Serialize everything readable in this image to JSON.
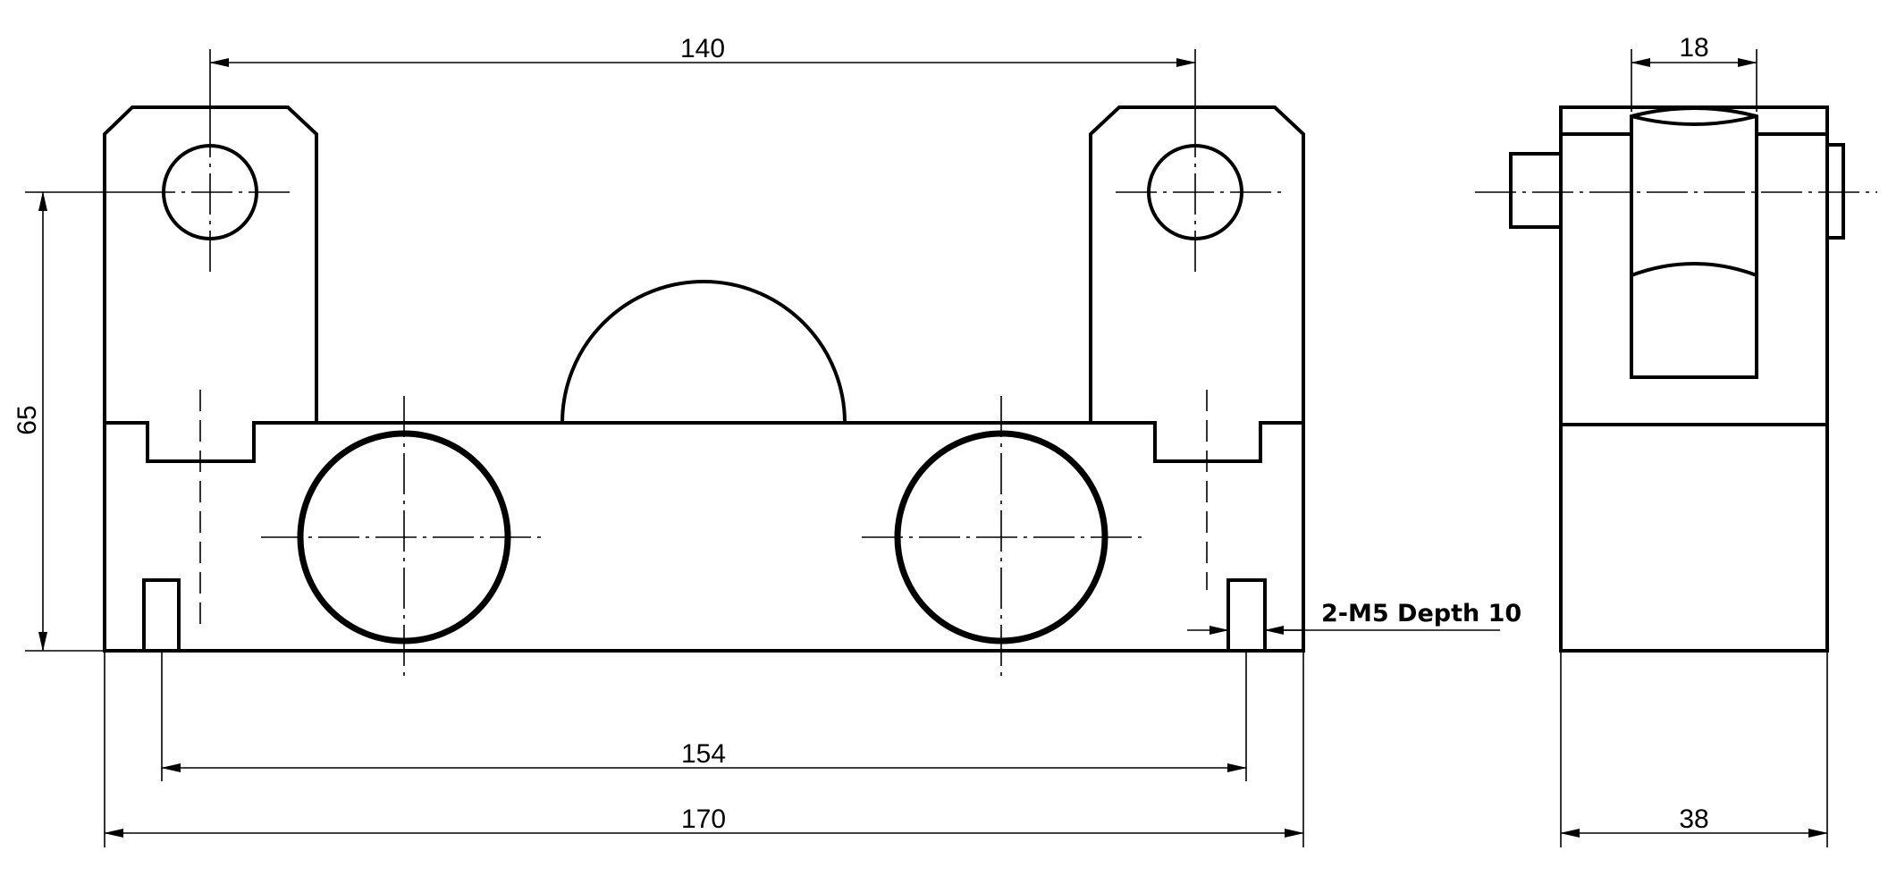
{
  "dimensions": {
    "hole_spacing_top": "140",
    "overall_height": "65",
    "tapped_hole_spacing": "154",
    "overall_length": "170",
    "wheel_width": "18",
    "overall_width": "38"
  },
  "callouts": {
    "tapped_holes": "2-M5 Depth 10"
  }
}
